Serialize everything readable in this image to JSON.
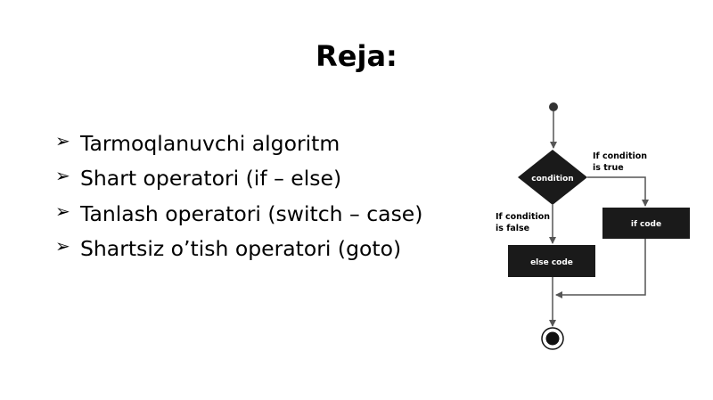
{
  "title": "Reja:",
  "bullets": [
    "Tarmoqlanuvchi algoritm",
    "Shart operatori (if – else)",
    "Tanlash operatori (switch – case)",
    "Shartsiz o’tish operatori (goto)"
  ],
  "bullet_icon": "arrowhead-bullet-icon",
  "flowchart": {
    "decision_label": "condition",
    "true_label_line1": "If condition",
    "true_label_line2": "is true",
    "false_label_line1": "If condition",
    "false_label_line2": "is false",
    "if_box_label": "if code",
    "else_box_label": "else code",
    "colors": {
      "box_fill": "#1a1a1a",
      "line": "#555555",
      "text_on_dark": "#ffffff"
    }
  }
}
